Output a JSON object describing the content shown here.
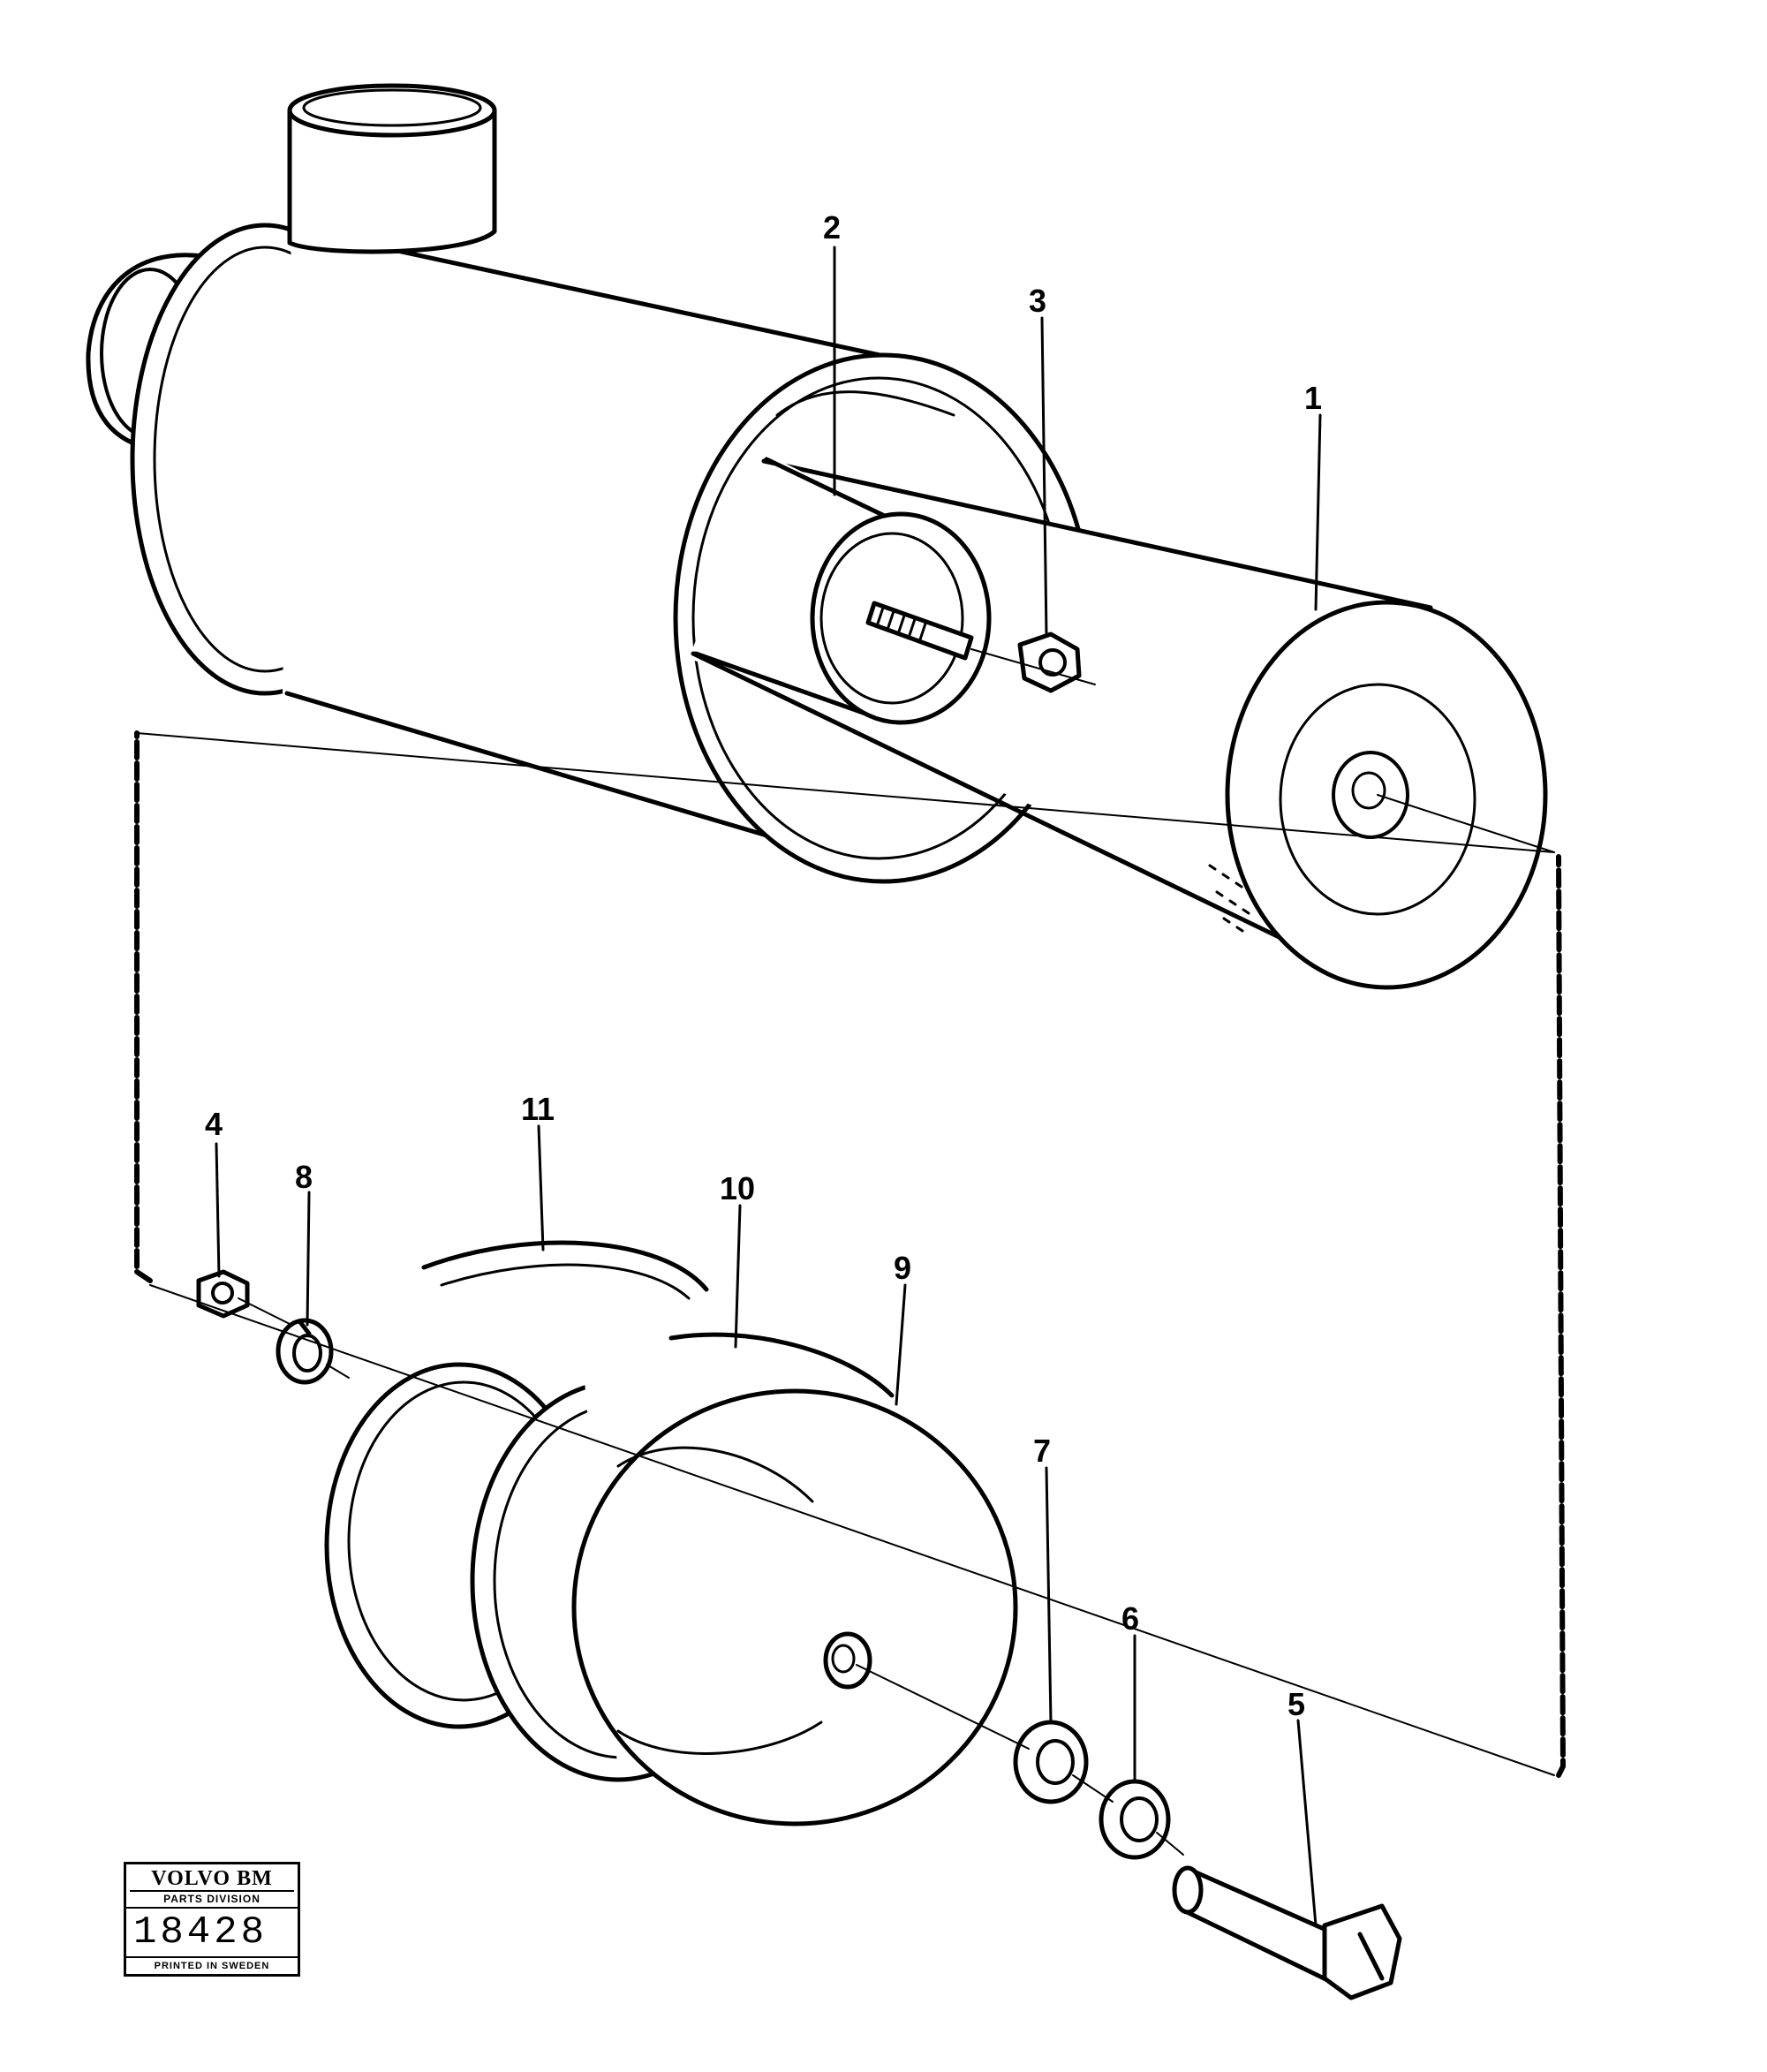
{
  "colors": {
    "line": "#000000",
    "background": "#ffffff"
  },
  "callouts": [
    {
      "id": "1",
      "label": "1"
    },
    {
      "id": "2",
      "label": "2"
    },
    {
      "id": "3",
      "label": "3"
    },
    {
      "id": "4",
      "label": "4"
    },
    {
      "id": "5",
      "label": "5"
    },
    {
      "id": "6",
      "label": "6"
    },
    {
      "id": "7",
      "label": "7"
    },
    {
      "id": "8",
      "label": "8"
    },
    {
      "id": "9",
      "label": "9"
    },
    {
      "id": "10",
      "label": "10"
    },
    {
      "id": "11",
      "label": "11"
    }
  ],
  "stamp": {
    "brand": "VOLVO BM",
    "division": "PARTS DIVISION",
    "number": "18428",
    "printed": "PRINTED IN SWEDEN"
  }
}
